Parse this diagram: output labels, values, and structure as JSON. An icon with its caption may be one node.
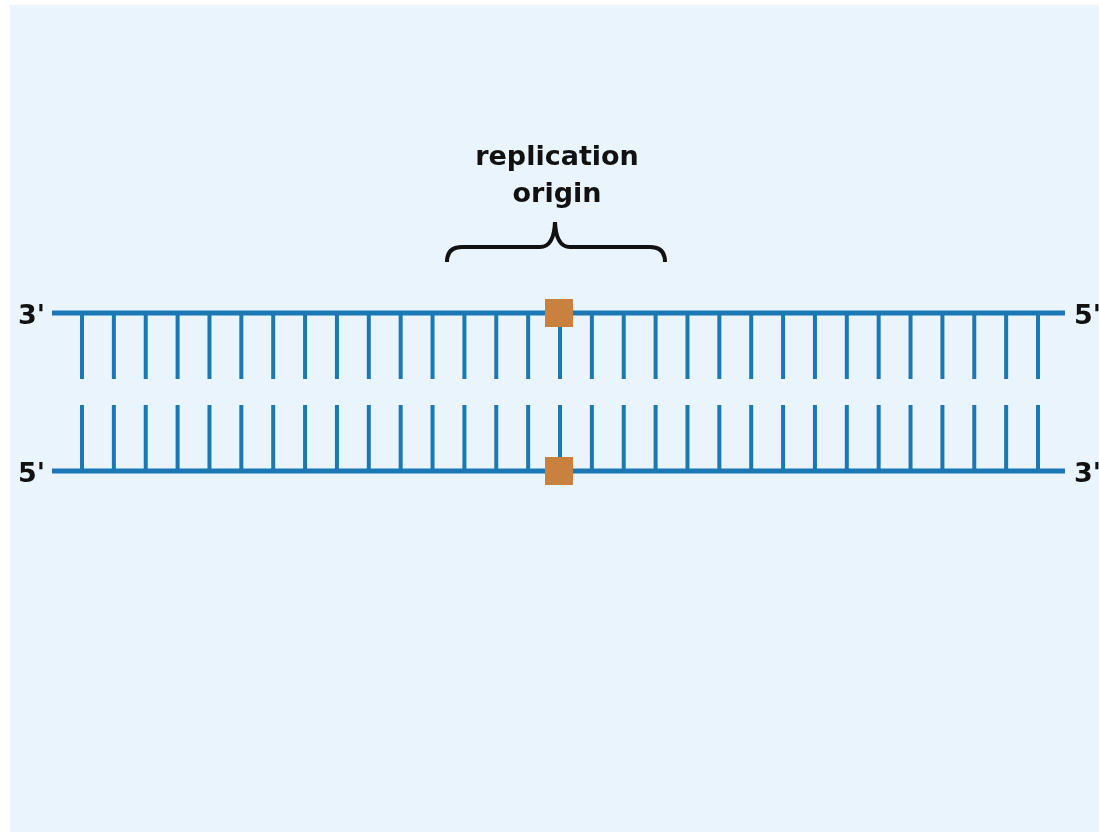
{
  "diagram": {
    "labels": [
      "replication origin",
      "3'",
      "5'",
      "5'",
      "3'"
    ]
  }
}
